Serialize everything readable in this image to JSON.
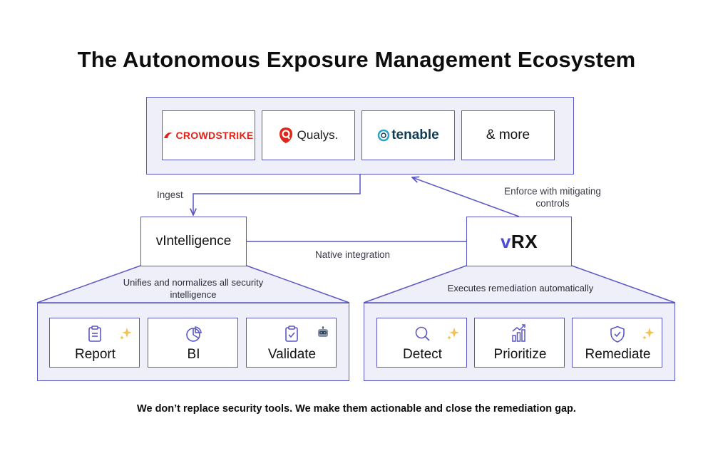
{
  "title": "The Autonomous Exposure Management Ecosystem",
  "vendors": [
    {
      "label": "CROWDSTRIKE",
      "icon": "crowdstrike-logo",
      "color": "#e2231a"
    },
    {
      "label": "Qualys.",
      "icon": "qualys-shield-logo",
      "color": "#e2231a"
    },
    {
      "label": "tenable",
      "icon": "tenable-ring-logo",
      "color": "#0f3b55"
    },
    {
      "label": "& more"
    }
  ],
  "edges": {
    "ingest": "Ingest",
    "enforce": "Enforce with mitigating controls",
    "native": "Native integration"
  },
  "vintelligence": {
    "label": "vIntelligence",
    "caption": "Unifies and normalizes all security intelligence",
    "features": [
      {
        "label": "Report",
        "icon": "clipboard-icon",
        "badge": "sparkle-icon"
      },
      {
        "label": "BI",
        "icon": "pie-chart-icon"
      },
      {
        "label": "Validate",
        "icon": "clipboard-check-icon",
        "badge": "robot-icon"
      }
    ]
  },
  "vrx": {
    "label_v": "v",
    "label_rx": "RX",
    "caption": "Executes remediation automatically",
    "features": [
      {
        "label": "Detect",
        "icon": "magnifier-icon",
        "badge": "sparkle-icon"
      },
      {
        "label": "Prioritize",
        "icon": "bar-chart-icon"
      },
      {
        "label": "Remediate",
        "icon": "shield-check-icon",
        "badge": "sparkle-icon"
      }
    ]
  },
  "footer": "We don’t replace security tools. We make them actionable and close the remediation gap.",
  "colors": {
    "accent": "#5a57c6",
    "frame_fill": "#efeff9",
    "vrx_v": "#4e4bd8",
    "sparkle": "#f2c14e"
  }
}
